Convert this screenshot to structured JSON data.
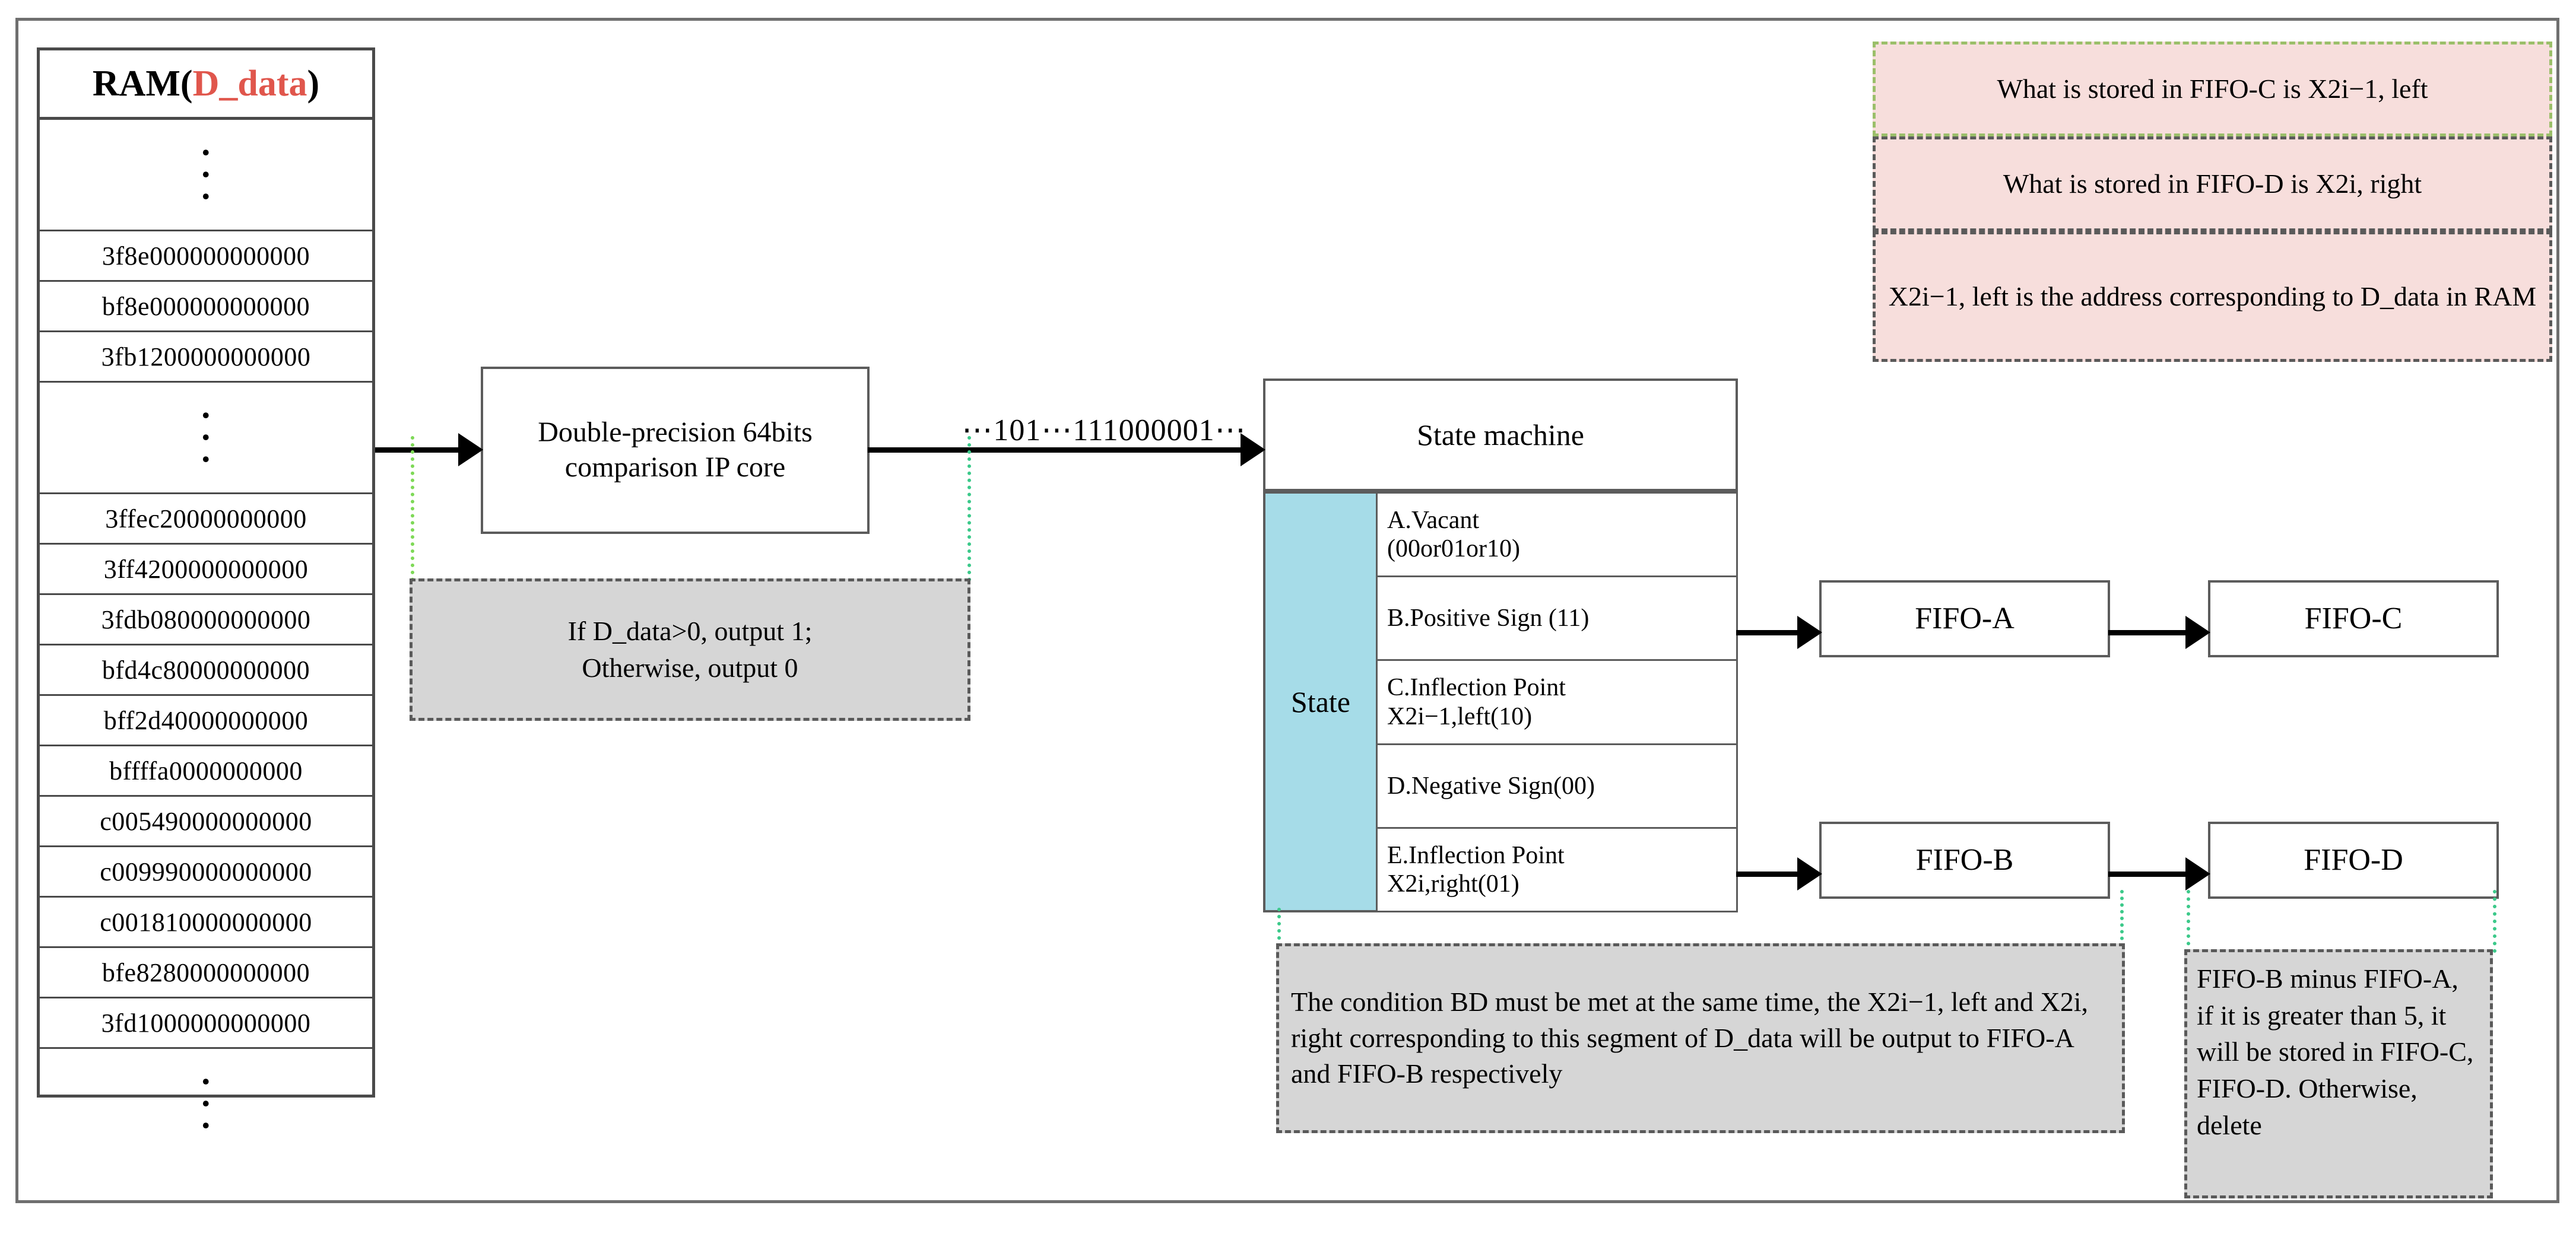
{
  "ram": {
    "title_prefix": "RAM(",
    "title_highlight": "D_data",
    "title_suffix": ")",
    "highlight_color": "#e0564c",
    "ellipsis": "⋮",
    "values": [
      "3f8e000000000000",
      "bf8e000000000000",
      "3fb1200000000000",
      "3ffec20000000000",
      "3ff4200000000000",
      "3fdb080000000000",
      "bfd4c80000000000",
      "bff2d40000000000",
      "bffffa0000000000",
      "c005490000000000",
      "c009990000000000",
      "c001810000000000",
      "bfe8280000000000",
      "3fd1000000000000"
    ]
  },
  "ip_core": {
    "label_line1": "Double-precision 64bits",
    "label_line2": "comparison IP core"
  },
  "bitstream": {
    "label": "⋯101⋯111000001⋯"
  },
  "state_machine": {
    "title": "State machine",
    "state_col_label": "State",
    "rows": [
      {
        "line1": "A.Vacant",
        "line2": "(00or01or10)"
      },
      {
        "line1": "B.Positive Sign (11)",
        "line2": ""
      },
      {
        "line1": "C.Inflection Point",
        "line2": "X2i−1,left(10)"
      },
      {
        "line1": "D.Negative Sign(00)",
        "line2": ""
      },
      {
        "line1": "E.Inflection Point",
        "line2": "X2i,right(01)"
      }
    ],
    "state_fill_color": "#a6dce8"
  },
  "fifos": {
    "fifo_a": "FIFO-A",
    "fifo_b": "FIFO-B",
    "fifo_c": "FIFO-C",
    "fifo_d": "FIFO-D"
  },
  "notes": {
    "ip_core_note": "If D_data>0, output 1;\nOtherwise, output 0",
    "bd_note": "The condition BD must be met at the same time, the X2i−1, left and X2i, right corresponding to this segment of D_data will be output to FIFO-A and FIFO-B respectively",
    "fifo_cd_note": "FIFO-B minus FIFO-A, if it is greater than 5, it will be stored in FIFO-C, FIFO-D. Otherwise, delete",
    "pink_1": "What is stored in FIFO-C is X2i−1, left",
    "pink_2": "What is stored in FIFO-D is X2i, right",
    "pink_3": "X2i−1, left is the address corresponding to D_data in RAM",
    "note_gray_color": "#d6d6d6",
    "note_pink_color": "#f7dedc"
  }
}
